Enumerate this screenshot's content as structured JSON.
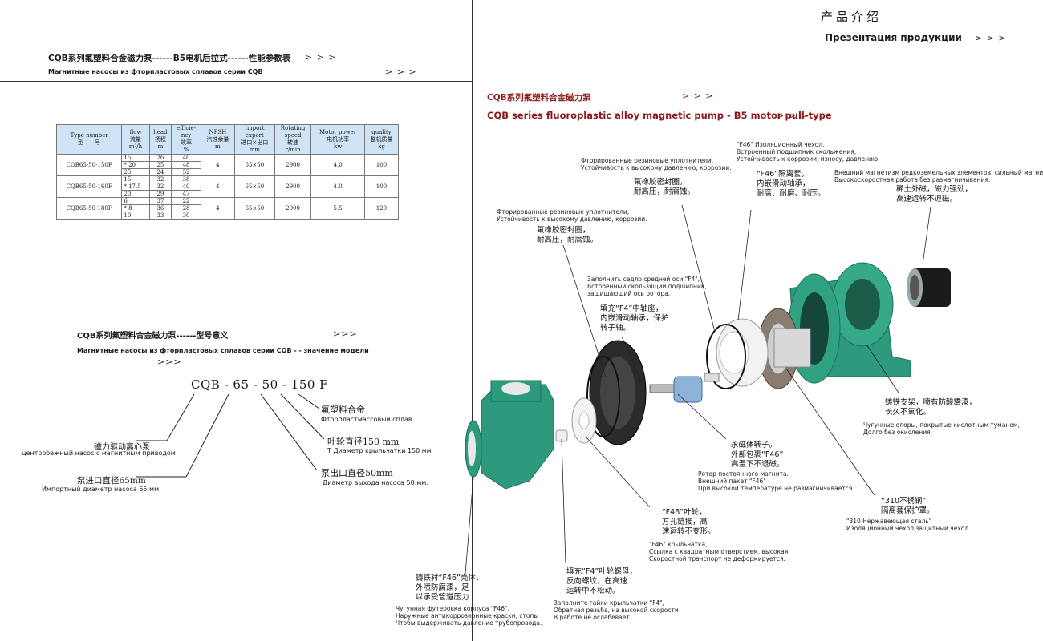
{
  "header": {
    "title_cn": "产品介绍",
    "title_ru": "Презентация продукции",
    "arrows": "> > >"
  },
  "left": {
    "spec_title_cn": "CQB系列氟塑料合金磁力泵------B5电机后拉式------性能参数表",
    "spec_title_ru": "Магнитные насосы из фторпластовых сплавов серии CQB",
    "table": {
      "headers": [
        [
          "Type number",
          "型　　号"
        ],
        [
          "flow",
          "流量",
          "m³/h"
        ],
        [
          "head",
          "扬程",
          "m"
        ],
        [
          "efficie-",
          "ncy",
          "效率",
          "%"
        ],
        [
          "NPSH",
          "汽蚀余量",
          "m"
        ],
        [
          "Import",
          "export",
          "进口×出口",
          "mm"
        ],
        [
          "Rotating",
          "speed",
          "转速",
          "r/min"
        ],
        [
          "Motor power",
          "电机功率",
          "kw"
        ],
        [
          "quality",
          "整机质量",
          "kg"
        ]
      ],
      "groups": [
        {
          "model": "CQB65-50-150F",
          "rows": [
            [
              "15",
              "26",
              "40"
            ],
            [
              "20",
              "25",
              "48"
            ],
            [
              "25",
              "24",
              "52"
            ]
          ],
          "npsh": "4",
          "io": "65×50",
          "speed": "2900",
          "power": "4.0",
          "mass": "100"
        },
        {
          "model": "CQB65-50-160F",
          "rows": [
            [
              "15",
              "32",
              "38"
            ],
            [
              "17.5",
              "32",
              "40"
            ],
            [
              "20",
              "29",
              "47"
            ]
          ],
          "npsh": "4",
          "io": "65×50",
          "speed": "2900",
          "power": "4.0",
          "mass": "100"
        },
        {
          "model": "CQB65-50-180F",
          "rows": [
            [
              "6",
              "37",
              "22"
            ],
            [
              "8",
              "36",
              "28"
            ],
            [
              "10",
              "33",
              "30"
            ]
          ],
          "npsh": "4",
          "io": "65×50",
          "speed": "2900",
          "power": "5.5",
          "mass": "120"
        }
      ],
      "mark": "*"
    },
    "model_title_cn": "CQB系列氟塑料合金磁力泵------型号意义",
    "model_title_ru": "Магнитные насосы из фторпластовых сплавов серии CQB - - значение модели",
    "model_arrows": ">>>",
    "model_code": "CQB - 65 - 50 - 150 F",
    "meanings": {
      "f_cn": "氟塑料合金",
      "f_ru": "Фторпластмассовый сплав",
      "impeller_cn": "叶轮直径150 mm",
      "impeller_ru": "T Диаметр крыльчатки 150 мм",
      "outlet_cn": "泵出口直径50mm",
      "outlet_ru": "Диаметр выхода насоса 50 мм.",
      "pump_cn": "磁力驱动离心泵",
      "pump_ru": "центробежный насос с магнитным приводом",
      "inlet_cn": "泵进口直径65mm",
      "inlet_ru": "Импортный диаметр насоса 65 мм."
    }
  },
  "right": {
    "title_cn": "CQB系列氟塑料合金磁力泵",
    "title_en": "CQB series fluoroplastic alloy magnetic pump - B5 motor pull-type",
    "callouts": {
      "seal1_ru": "Фторированные резиновые уплотнители,\nУстойчивость к высокому давлению, коррозии.",
      "seal1_cn": "氟橡胶密封圈，\n耐高压，耐腐蚀。",
      "seal2_ru": "Фторированные резиновые уплотнители,\nУстойчивость к высокому давлению, коррозии.",
      "seal2_cn": "氟橡胶密封圈，\n耐高压，耐腐蚀。",
      "sleeve_ru": "\"F46\" Изоляционный чехол,\nВстроенный подшипник скольжения,\nУстойчивость к коррозии, износу, давлению.",
      "sleeve_cn": "“F46”隔离套，\n内嵌滑动轴承，\n耐腐、耐磨、耐压。",
      "magnet_ru": "Внешний магнетизм редкоземельных элементов, сильный магнит,\nВысокоскоростная работа без размагничивания.",
      "magnet_cn": "稀土外磁，磁力强劲，\n高速运转不退磁。",
      "axle_ru": "Заполнить седло средней оси \"F4\",\nВстроенный скользящий подшипник,\nзащищающий ось ротора.",
      "axle_cn": "填充“F4”中轴座，\n内嵌滑动轴承，保护\n转子轴。",
      "bracket_cn": "铸铁支架，喷有防酸雾漆，\n长久不氧化。",
      "bracket_ru": "Чугунные опоры, покрытые кислотным туманом,\nДолго без окисления.",
      "rotor_cn": "永磁体转子。\n外部包裹“F46”\n高温下不退磁。",
      "rotor_ru": "Ротор постоянного магнита.\nВнешний пакет \"F46\"\nПри высокой температуре не размагничивается.",
      "steel_cn": "“310不锈钢”\n隔离套保护罩。",
      "steel_ru": "\"310 Нержавеющая сталь\"\nИзоляционный чехол защитный чехол.",
      "impeller_cn": "“F46”叶轮，\n方孔链接，高\n速运转不变形。",
      "impeller_ru": "\"F46\" крыльчатка,\nСсылка с квадратным отверстием, высокая\nСкоростной транспорт не деформируется.",
      "nut_cn": "填充“F4”叶轮螺母，\n反向螺纹，在高速\n运转中不松动。",
      "nut_ru": "Заполните гайки крыльчатки \"F4\",\nОбратная резьба, на высокой скорости\nВ работе не ослабевает.",
      "casing_cn": "铸铁衬“F46”壳体，\n外喷防腐漆，足\n以承受管道压力",
      "casing_ru": "Чугунная футеровка корпуса \"F46\",\nНаружные антикоррозионные краски, стопы\nЧтобы выдерживать давление трубопровода."
    }
  },
  "colors": {
    "green": "#2e9a7d",
    "table_header": "#cfe5f7",
    "title_red": "#8b1a1a"
  }
}
